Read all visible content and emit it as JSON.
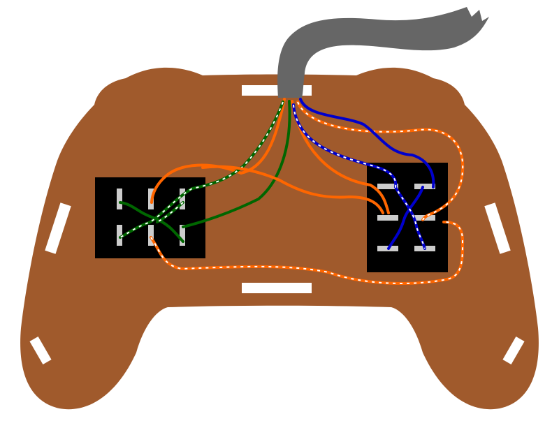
{
  "colors": {
    "background": "#ffffff",
    "body": "#a05a2c",
    "slot": "#ffffff",
    "jack": "#000000",
    "pin": "#cccccc",
    "cable": "#666666",
    "wire_orange": "#ff6600",
    "wire_green": "#006600",
    "wire_blue": "#0000cc",
    "stripe": "#ffffff"
  },
  "parts": {
    "body": "controller-body",
    "cable": "cable-jacket",
    "left_block": "left-jack",
    "right_block": "right-jack"
  },
  "wires": [
    {
      "name": "orange-solid-left",
      "color": "orange",
      "striped": false
    },
    {
      "name": "orange-striped-left",
      "color": "orange",
      "striped": true
    },
    {
      "name": "green-solid-left",
      "color": "green",
      "striped": false
    },
    {
      "name": "green-striped-left",
      "color": "green",
      "striped": true
    },
    {
      "name": "green-solid-cross",
      "color": "green",
      "striped": false
    },
    {
      "name": "green-striped-cross",
      "color": "green",
      "striped": true
    },
    {
      "name": "orange-solid-right",
      "color": "orange",
      "striped": false
    },
    {
      "name": "orange-striped-right",
      "color": "orange",
      "striped": true
    },
    {
      "name": "blue-solid-right",
      "color": "blue",
      "striped": false
    },
    {
      "name": "blue-striped-right",
      "color": "blue",
      "striped": true
    }
  ]
}
